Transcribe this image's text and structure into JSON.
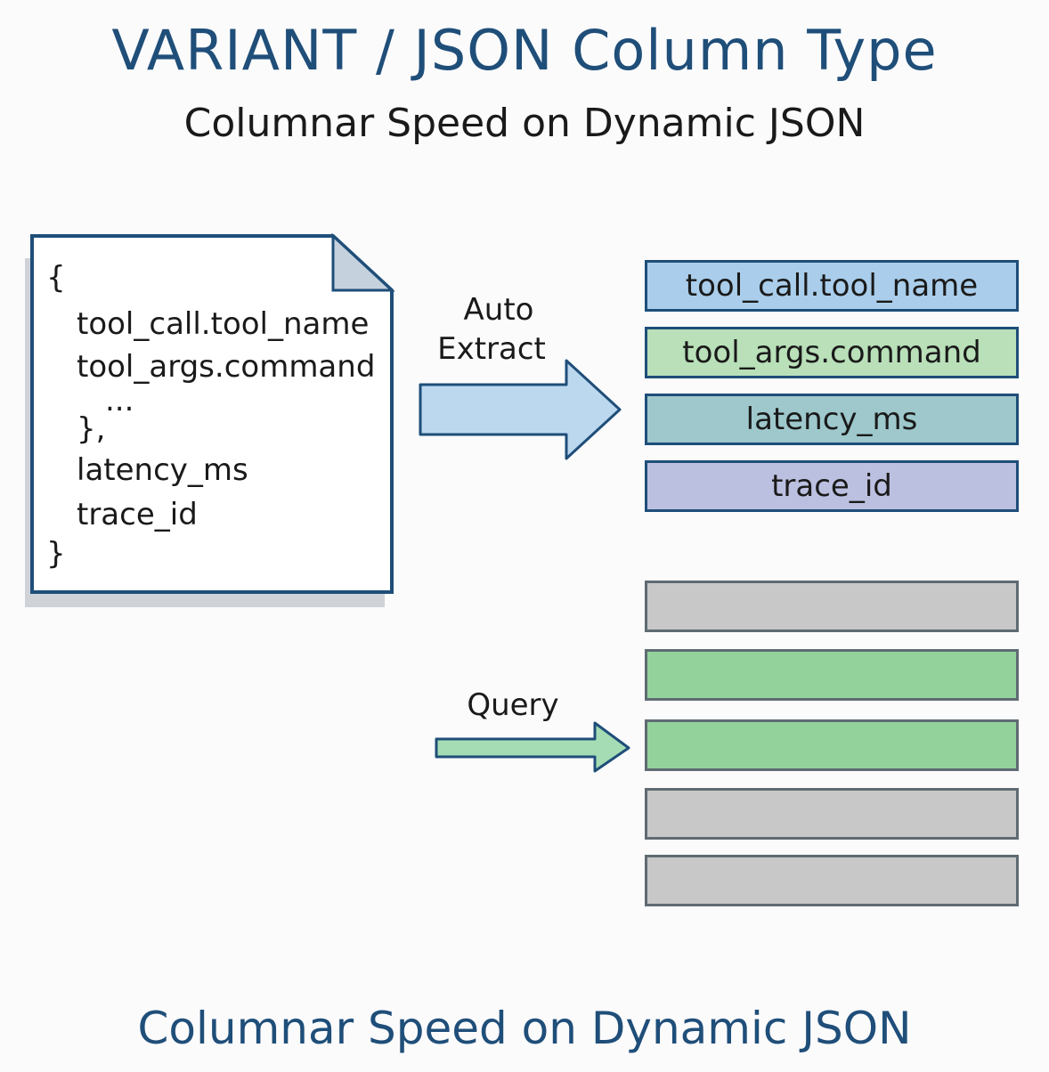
{
  "title": "VARIANT / JSON Column Type",
  "subtitle": "Columnar Speed on Dynamic JSON",
  "footer": "Columnar Speed on Dynamic JSON",
  "document": {
    "open_brace": "{",
    "lines": [
      "tool_call.tool_name",
      "tool_args.command",
      "...",
      "},",
      "latency_ms",
      "trace_id"
    ],
    "close_brace": "}"
  },
  "arrows": {
    "extract_label_1": "Auto",
    "extract_label_2": "Extract",
    "query_label": "Query"
  },
  "extracted_columns": [
    {
      "label": "tool_call.tool_name",
      "color": "#a9cdea"
    },
    {
      "label": "tool_args.command",
      "color": "#b9e0b9"
    },
    {
      "label": "latency_ms",
      "color": "#9ec8cc"
    },
    {
      "label": "trace_id",
      "color": "#bcc0e0"
    }
  ],
  "query_columns": [
    {
      "state": "skipped",
      "color": "#c8c8c8"
    },
    {
      "state": "read",
      "color": "#93d39b"
    },
    {
      "state": "read",
      "color": "#93d39b"
    },
    {
      "state": "skipped",
      "color": "#c8c8c8"
    },
    {
      "state": "skipped",
      "color": "#c8c8c8"
    }
  ],
  "colors": {
    "ink": "#1f4e79",
    "arrow_blue": "#bcd8ef",
    "arrow_green": "#a6dcb4"
  }
}
